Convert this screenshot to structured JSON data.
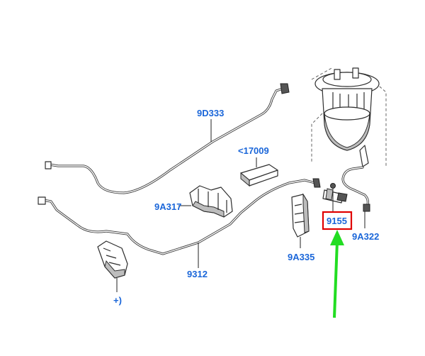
{
  "labels": {
    "fuel_pipe_upper": "9D333",
    "module_ref": "<17009",
    "clip_bracket": "9A317",
    "fuel_pipe_lower": "9312",
    "retainer_clip": "9A335",
    "fuel_filter": "9155",
    "pipe_connector": "9A322",
    "support_bracket": "+)"
  },
  "highlight": {
    "target": "9155",
    "box_color": "#e00000",
    "arrow_color": "#22dd22"
  },
  "colors": {
    "label": "#1a66d9",
    "line": "#3a3a3a"
  }
}
